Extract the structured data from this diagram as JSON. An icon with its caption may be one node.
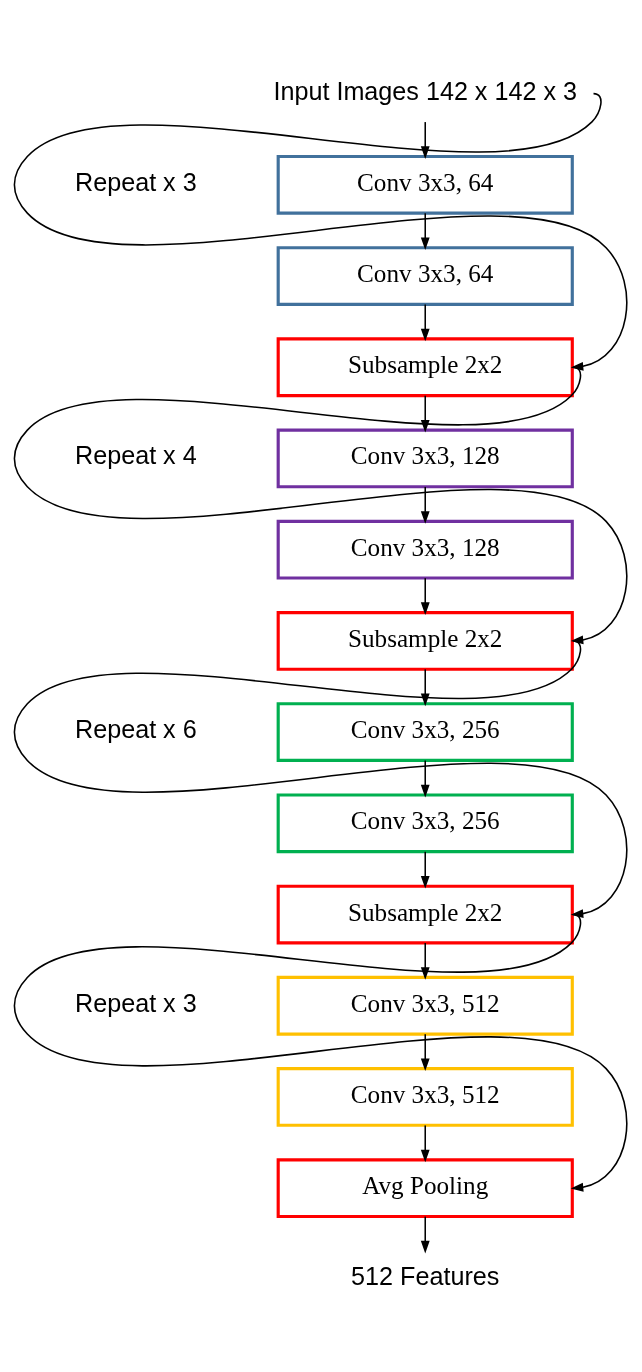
{
  "diagram": {
    "nodes": [
      {
        "text": [
          "Input Images 142 x 142 x 3"
        ]
      },
      {
        "text": [
          "Conv 3x3, 64"
        ]
      },
      {
        "text": [
          "Conv 3x3, 64"
        ]
      },
      {
        "text": [
          "Subsample 2x2"
        ]
      },
      {
        "text": [
          "Conv 3x3, 128"
        ]
      },
      {
        "text": [
          "Conv 3x3, 128"
        ]
      },
      {
        "text": [
          "Subsample 2x2"
        ]
      },
      {
        "text": [
          "Conv 3x3, 256"
        ]
      },
      {
        "text": [
          "Conv 3x3, 256"
        ]
      },
      {
        "text": [
          "Subsample 2x2"
        ]
      },
      {
        "text": [
          "Conv 3x3, 512"
        ]
      },
      {
        "text": [
          "Conv 3x3, 512"
        ]
      },
      {
        "text": [
          "Avg Pooling"
        ]
      },
      {
        "text": [
          "512 Features"
        ]
      }
    ],
    "edges": [
      {
        "from": 0,
        "to": 1,
        "arrow": "to"
      },
      {
        "from": 1,
        "to": 2,
        "arrow": "to"
      },
      {
        "from": 2,
        "to": 3,
        "arrow": "to"
      },
      {
        "from": 0,
        "to": 3,
        "arrow": "to"
      },
      {
        "from": 3,
        "to": 4,
        "arrow": "to"
      },
      {
        "from": 4,
        "to": 5,
        "arrow": "to"
      },
      {
        "from": 5,
        "to": 6,
        "arrow": "to"
      },
      {
        "from": 3,
        "to": 6,
        "arrow": "to"
      },
      {
        "from": 6,
        "to": 7,
        "arrow": "to"
      },
      {
        "from": 7,
        "to": 8,
        "arrow": "to"
      },
      {
        "from": 8,
        "to": 9,
        "arrow": "to"
      },
      {
        "from": 6,
        "to": 9,
        "arrow": "to"
      },
      {
        "from": 9,
        "to": 10,
        "arrow": "to"
      },
      {
        "from": 10,
        "to": 11,
        "arrow": "to"
      },
      {
        "from": 11,
        "to": 12,
        "arrow": "to"
      },
      {
        "from": 9,
        "to": 12,
        "arrow": "to"
      },
      {
        "from": 12,
        "to": 13,
        "arrow": "to"
      }
    ],
    "labels": [
      "Repeat x 3",
      "Repeat x 4",
      "Repeat x 6",
      "Repeat x 3"
    ]
  }
}
